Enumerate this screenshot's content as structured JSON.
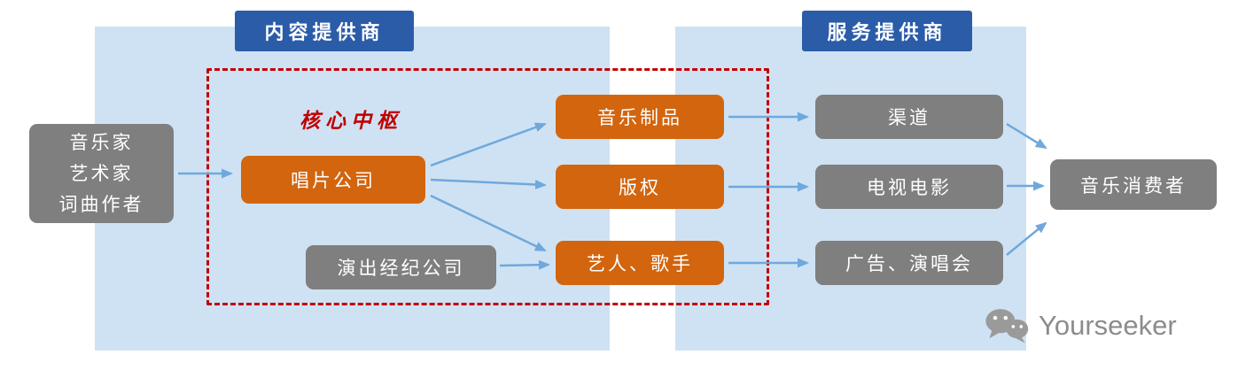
{
  "headers": {
    "content_provider": "内容提供商",
    "service_provider": "服务提供商"
  },
  "nodes": {
    "creators": [
      "音乐家",
      "艺术家",
      "词曲作者"
    ],
    "core_hub_label": "核心中枢",
    "record_company": "唱片公司",
    "performance_agency": "演出经纪公司",
    "music_products": "音乐制品",
    "copyright": "版权",
    "artists_singers": "艺人、歌手",
    "channels": "渠道",
    "tv_film": "电视电影",
    "ads_concerts": "广告、演唱会",
    "music_consumers": "音乐消费者"
  },
  "edges": [
    {
      "from": "creators",
      "to": "record_company"
    },
    {
      "from": "record_company",
      "to": "music_products"
    },
    {
      "from": "record_company",
      "to": "copyright"
    },
    {
      "from": "record_company",
      "to": "artists_singers"
    },
    {
      "from": "performance_agency",
      "to": "artists_singers"
    },
    {
      "from": "music_products",
      "to": "channels"
    },
    {
      "from": "copyright",
      "to": "tv_film"
    },
    {
      "from": "artists_singers",
      "to": "ads_concerts"
    },
    {
      "from": "channels",
      "to": "music_consumers"
    },
    {
      "from": "tv_film",
      "to": "music_consumers"
    },
    {
      "from": "ads_concerts",
      "to": "music_consumers"
    }
  ],
  "watermark": {
    "text": "Yourseeker",
    "icon": "wechat-icon"
  },
  "colors": {
    "panel_blue": "#cfe2f3",
    "header_blue": "#2a5ca8",
    "node_orange": "#d2650e",
    "node_gray": "#7f7f7f",
    "arrow_blue": "#6fa8dc",
    "dashed_red": "#c00000",
    "watermark_gray": "#8c8c8c"
  }
}
